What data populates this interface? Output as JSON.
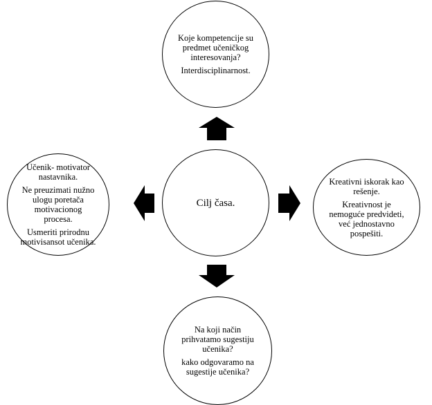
{
  "diagram": {
    "center": {
      "text": "Cilj časa."
    },
    "top": {
      "paragraphs": [
        "Koje kompetencije su predmet učeničkog interesovanja?",
        "Interdisciplinarnost."
      ]
    },
    "left": {
      "paragraphs": [
        "Učenik- motivator nastavnika.",
        "Ne preuzimati nužno ulogu poretača motivacionog procesa.",
        "Usmeriti prirodnu motivisansot učenika."
      ]
    },
    "right": {
      "paragraphs": [
        "Kreativni iskorak kao rešenje.",
        "Kreativnost je nemoguće predvideti, već jednostavno pospešiti."
      ]
    },
    "bottom": {
      "paragraphs": [
        "Na koji način prihvatamo sugestiju učenika?",
        "kako odgovaramo na sugestije učenika?"
      ]
    }
  }
}
